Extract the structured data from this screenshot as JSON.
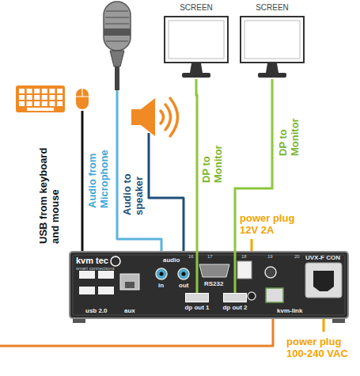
{
  "diagram": {
    "nodes": [
      {
        "text": [
          "SCREEN"
        ]
      },
      {
        "text": [
          "SCREEN"
        ]
      },
      {
        "text": [
          "kvm tec",
          "smart connections"
        ]
      },
      {
        "text": [
          "dp out 1"
        ],
        "in": 2
      },
      {
        "text": [
          "dp out 2"
        ],
        "in": 2
      }
    ],
    "edges": [
      {
        "from": 3,
        "to": 0,
        "arrow": "none",
        "label": "DP to Monitor"
      },
      {
        "from": 4,
        "to": 1,
        "arrow": "none",
        "label": "DP to Monitor"
      }
    ],
    "labels": [
      "USB from keyboard and mouse",
      "Audio from Microphone",
      "Audio to speaker",
      "power plug 12V 2A",
      "power plug 100-240 VAC",
      "usb 2.0",
      "aux",
      "audio",
      "in",
      "out",
      "RS232",
      "kvm-link",
      "UVX-F CON",
      "16",
      "17",
      "18",
      "19",
      "20"
    ]
  }
}
